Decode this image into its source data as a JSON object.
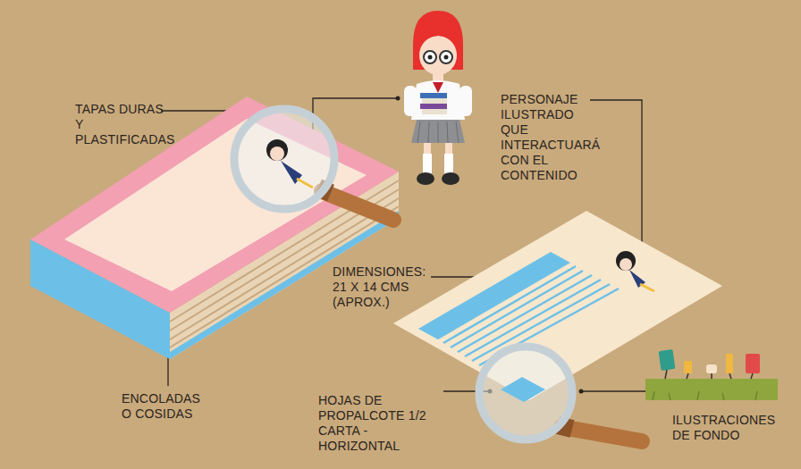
{
  "diagram": {
    "labels": [
      "TAPAS DURAS Y PLASTIFICADAS",
      "PERSONAJE ILUSTRADO QUE INTERACTUARÁ CON EL CONTENIDO",
      "DIMENSIONES: 21 X 14 CMS (APROX.)",
      "ENCOLADAS O COSIDAS",
      "HOJAS DE PROPALCOTE 1/2 CARTA - HORIZONTAL",
      "ILUSTRACIONES DE FONDO"
    ]
  }
}
